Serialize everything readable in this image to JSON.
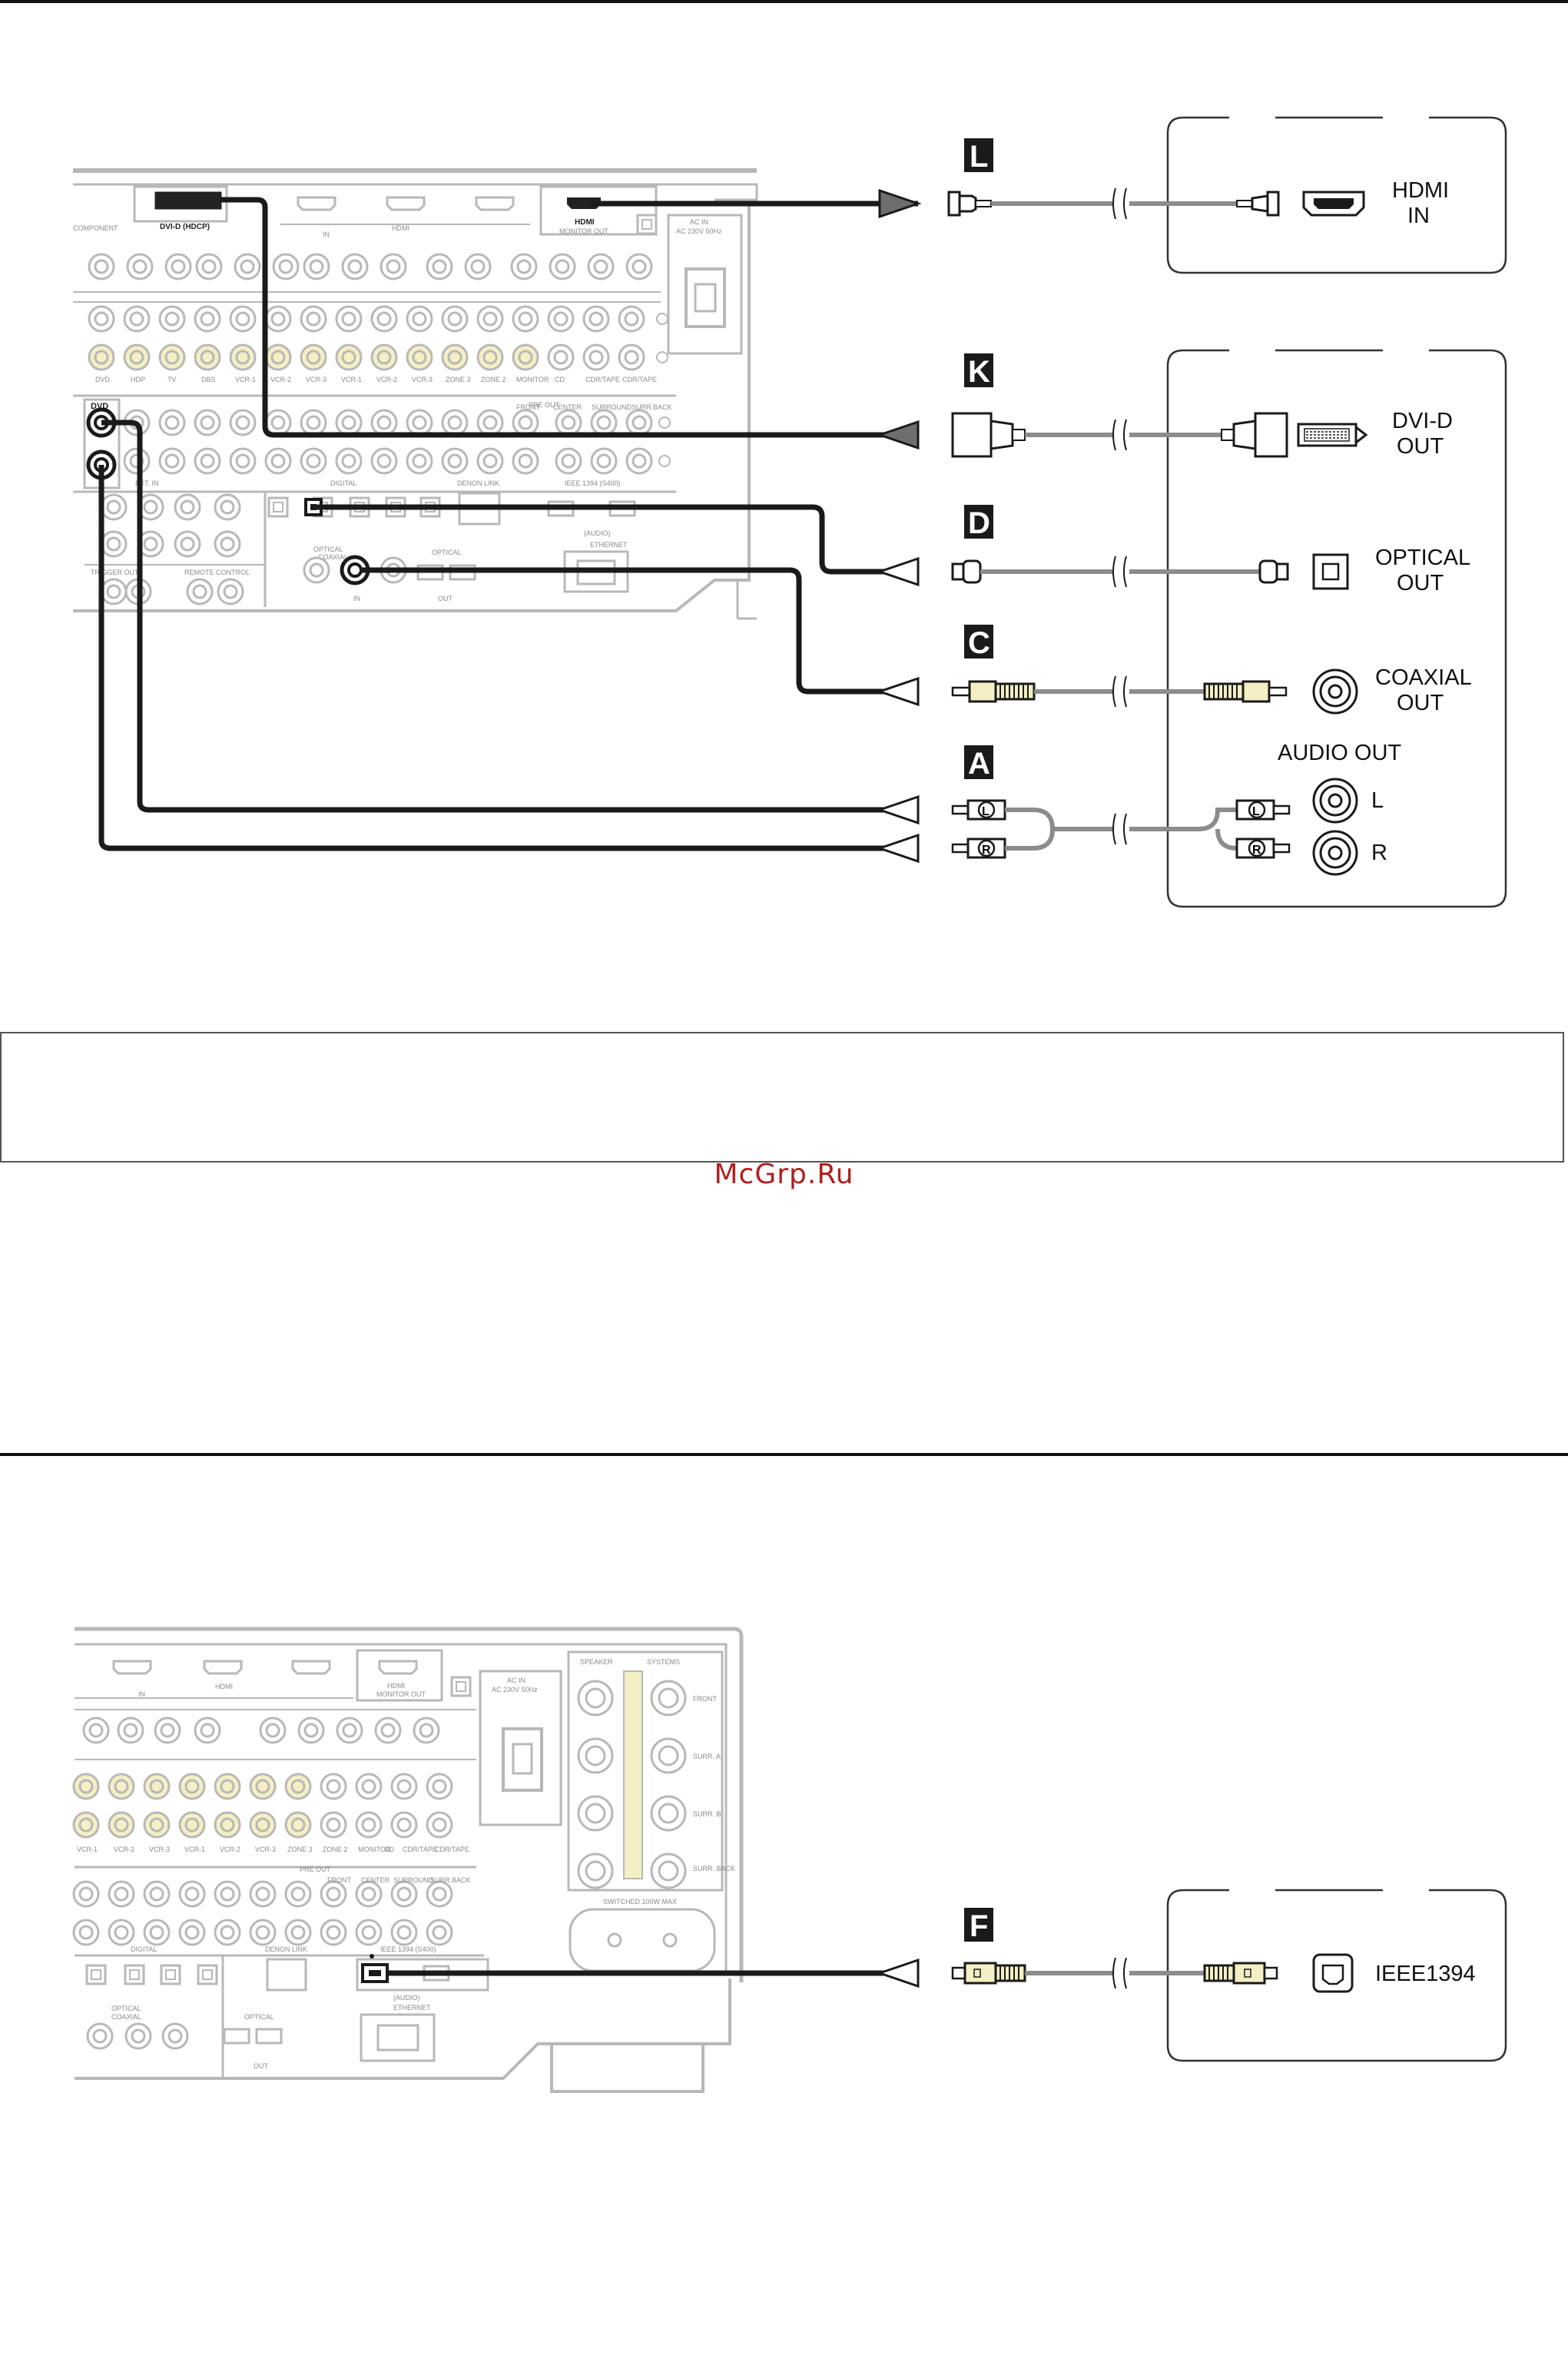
{
  "watermark": "McGrp.Ru",
  "receiver_top": {
    "jack_labels": {
      "dvi": "DVI-D (HDCP)",
      "hdmi": "HDMI",
      "hdmi_in": "IN",
      "monitor_out": "MONITOR OUT",
      "ac_in": "AC IN",
      "ac_rating": "AC 230V 50Hz",
      "dvd": "DVD",
      "ext_in": "EXT. IN",
      "digital": "DIGITAL",
      "denon_link": "DENON LINK",
      "ieee": "IEEE 1394 (S400)",
      "optical": "OPTICAL",
      "coaxial": "COAXIAL",
      "out": "OUT",
      "in": "IN",
      "audio": "(AUDIO)",
      "ethernet": "ETHERNET",
      "pre_out": "PRE OUT",
      "monitor_out2": "MONITOR OUT",
      "trigger_out": "TRIGGER OUT",
      "remote_control": "REMOTE CONTROL",
      "zone_labels": [
        "DVD",
        "HDP",
        "TV",
        "DBS",
        "VCR-1",
        "VCR-2",
        "VCR-3",
        "VCR-1",
        "VCR-2",
        "VCR-3",
        "ZONE 3",
        "ZONE 2",
        "MONITOR"
      ],
      "preout_labels": [
        "FRONT",
        "CENTER",
        "SURROUND",
        "SURR.BACK"
      ],
      "cd_labels": [
        "CD",
        "CDR/TAPE",
        "CDR/TAPE"
      ],
      "component_label": "COMPONENT"
    }
  },
  "receiver_bottom": {
    "jack_labels": {
      "hdmi": "HDMI",
      "monitor_out": "MONITOR OUT",
      "in": "IN",
      "ac_in": "AC IN",
      "ac_rating": "AC 230V 50Hz",
      "speaker": "SPEAKER",
      "systems": "SYSTEMS",
      "front": "FRONT",
      "surr_a": "SURR. A",
      "surr_b": "SURR. B",
      "surr_back": "SURR. BACK",
      "switched": "SWITCHED 100W MAX",
      "denon_link": "DENON LINK",
      "ieee": "IEEE 1394 (S400)",
      "audio": "(AUDIO)",
      "ethernet": "ETHERNET",
      "digital": "DIGITAL",
      "optical": "OPTICAL",
      "coaxial": "COAXIAL",
      "out": "OUT",
      "pre_out": "PRE OUT",
      "zone_labels": [
        "VCR-1",
        "VCR-2",
        "VCR-3",
        "VCR-1",
        "VCR-2",
        "VCR-3",
        "ZONE 3",
        "ZONE 2",
        "MONITOR"
      ],
      "preout_labels": [
        "FRONT",
        "CENTER",
        "SURROUND",
        "SURR.BACK"
      ],
      "cd_labels": [
        "CD",
        "CDR/TAPE",
        "CDR/TAPE"
      ]
    }
  },
  "connections": {
    "L": {
      "letter": "L",
      "device_label_1": "HDMI",
      "device_label_2": "IN",
      "arrow": "filled"
    },
    "K": {
      "letter": "K",
      "device_label_1": "DVI-D",
      "device_label_2": "OUT",
      "arrow": "filled"
    },
    "D": {
      "letter": "D",
      "device_label_1": "OPTICAL",
      "device_label_2": "OUT",
      "arrow": "hollow"
    },
    "C": {
      "letter": "C",
      "device_label_1": "COAXIAL",
      "device_label_2": "OUT",
      "arrow": "hollow"
    },
    "A": {
      "letter": "A",
      "audio_out_label": "AUDIO OUT",
      "left_label": "L",
      "right_label": "R",
      "plug_left": "L",
      "plug_right": "R",
      "arrow": "hollow"
    },
    "F": {
      "letter": "F",
      "device_label_1": "IEEE1394",
      "arrow": "hollow"
    }
  },
  "colors": {
    "cable_dark": "#1a1a1a",
    "cable_gray": "#8c8c8c",
    "panel_line": "#b8b8b8",
    "jack_yellow": "#f4efc4",
    "letter_badge": "#1a1a1a",
    "device_box": "#333333"
  }
}
